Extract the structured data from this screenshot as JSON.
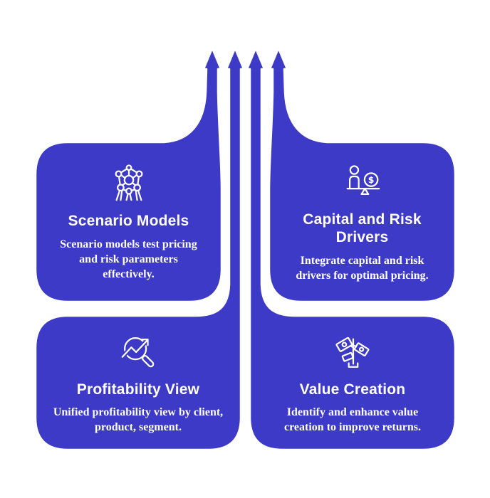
{
  "colors": {
    "card_fill": "#3c3ac6",
    "outline": "#ffffff",
    "text": "#ffffff",
    "background": "#ffffff"
  },
  "arrows": {
    "count": 4,
    "direction": "up"
  },
  "cards": [
    {
      "id": "scenario-models",
      "icon": "molecular-network-icon",
      "title": "Scenario Models",
      "description": "Scenario models test pricing and risk parameters effectively."
    },
    {
      "id": "capital-and-risk-drivers",
      "icon": "balance-person-coin-icon",
      "title": "Capital and Risk Drivers",
      "description": "Integrate capital and risk drivers for optimal pricing."
    },
    {
      "id": "profitability-view",
      "icon": "magnifier-trend-icon",
      "title": "Profitability View",
      "description": "Unified profitability view by client, product, segment."
    },
    {
      "id": "value-creation",
      "icon": "money-plant-icon",
      "title": "Value Creation",
      "description": "Identify and enhance value creation to improve returns."
    }
  ]
}
